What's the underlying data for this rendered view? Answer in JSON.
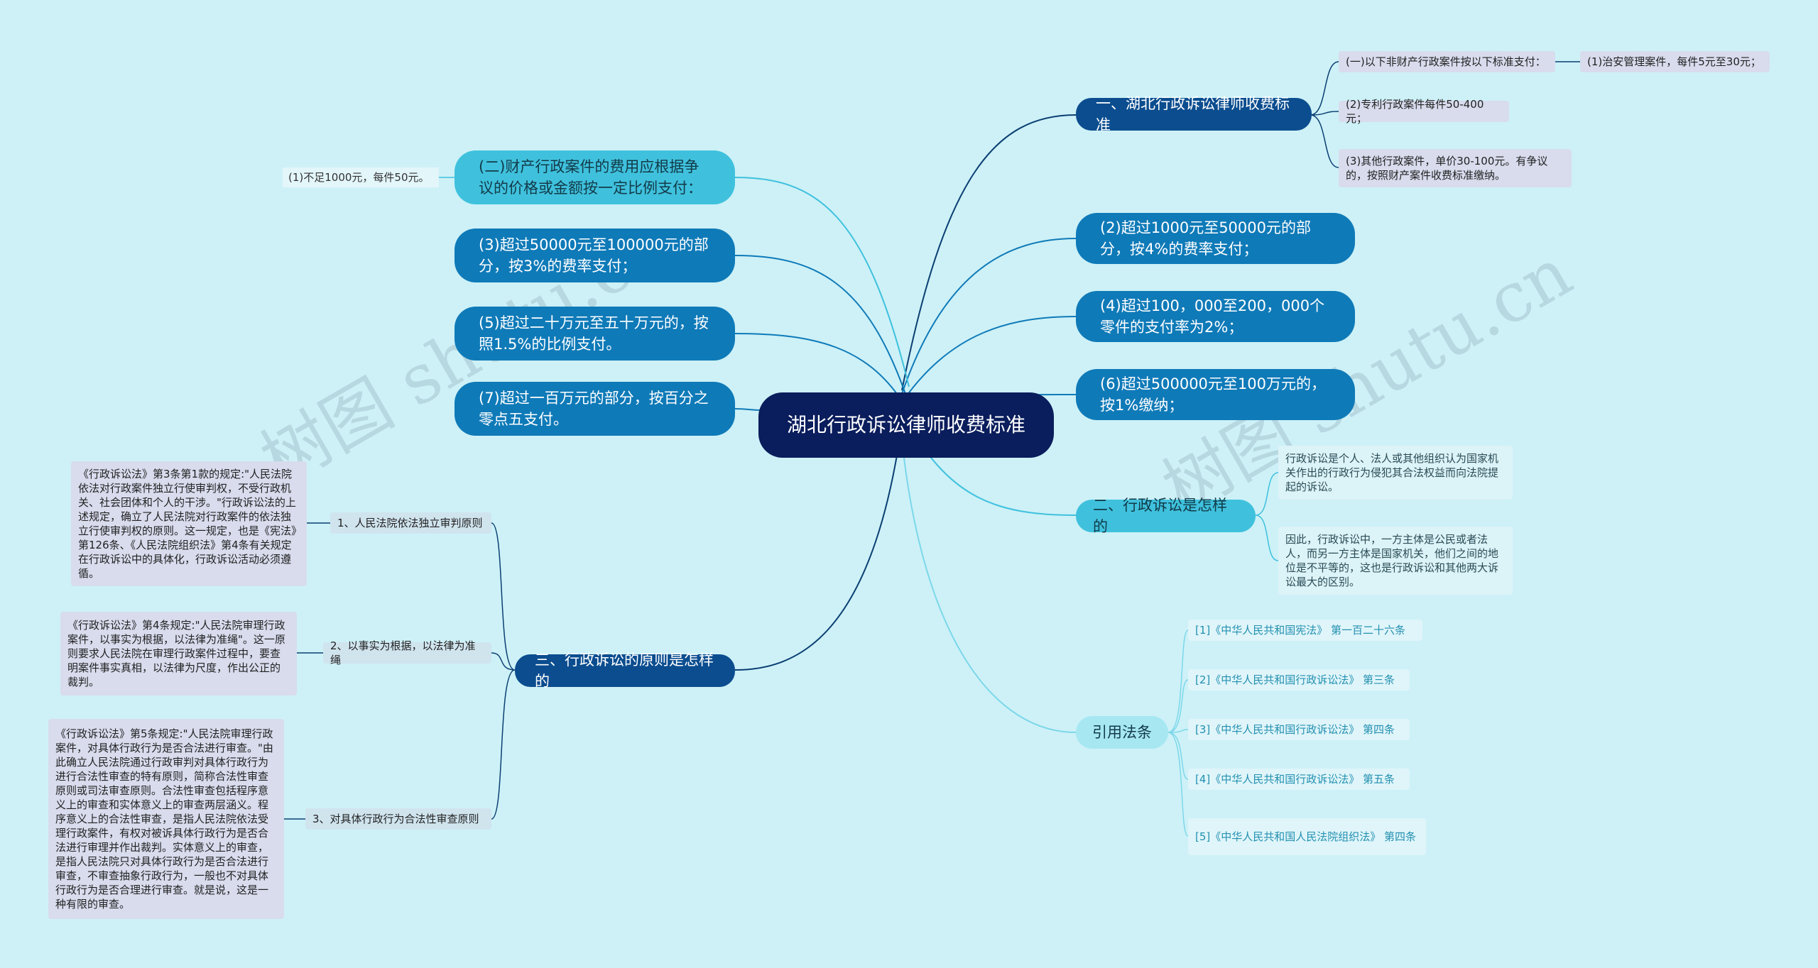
{
  "root": "湖北行政诉讼律师收费标准",
  "left": {
    "property_fee": {
      "label": "(二)财产行政案件的费用应根据争议的价格或金额按一定比例支付：",
      "child": "(1)不足1000元，每件50元。"
    },
    "b3": "(3)超过50000元至100000元的部分，按3%的费率支付；",
    "b5": "(5)超过二十万元至五十万元的，按照1.5%的比例支付。",
    "b7": "(7)超过一百万元的部分，按百分之零点五支付。",
    "principles": {
      "label": "三、行政诉讼的原则是怎样的",
      "items": [
        {
          "label": "1、人民法院依法独立审判原则",
          "detail": "《行政诉讼法》第3条第1款的规定:\"人民法院依法对行政案件独立行使审判权，不受行政机关、社会团体和个人的干涉。\"行政诉讼法的上述规定，确立了人民法院对行政案件的依法独立行使审判权的原则。这一规定，也是《宪法》第126条、《人民法院组织法》第4条有关规定在行政诉讼中的具体化，行政诉讼活动必须遵循。"
        },
        {
          "label": "2、以事实为根据，以法律为准绳",
          "detail": "《行政诉讼法》第4条规定:\"人民法院审理行政案件，以事实为根据，以法律为准绳\"。这一原则要求人民法院在审理行政案件过程中，要查明案件事实真相，以法律为尺度，作出公正的裁判。"
        },
        {
          "label": "3、对具体行政行为合法性审查原则",
          "detail": "《行政诉讼法》第5条规定:\"人民法院审理行政案件，对具体行政行为是否合法进行审查。\"由此确立人民法院通过行政审判对具体行政行为进行合法性审查的特有原则，简称合法性审查原则或司法审查原则。合法性审查包括程序意义上的审查和实体意义上的审查两层涵义。程序意义上的合法性审查，是指人民法院依法受理行政案件，有权对被诉具体行政行为是否合法进行审理并作出裁判。实体意义上的审查，是指人民法院只对具体行政行为是否合法进行审查，不审查抽象行政行为，一般也不对具体行政行为是否合理进行审查。就是说，这是一种有限的审查。"
        }
      ]
    }
  },
  "right": {
    "fee_standard": {
      "label": "一、湖北行政诉讼律师收费标准",
      "non_property": "(一)以下非财产行政案件按以下标准支付：",
      "public_security": "(1)治安管理案件，每件5元至30元；",
      "patent": "(2)专利行政案件每件50-400元；",
      "other": "(3)其他行政案件，单价30-100元。有争议的，按照财产案件收费标准缴纳。"
    },
    "b2": "(2)超过1000元至50000元的部分，按4%的费率支付；",
    "b4": "(4)超过100，000至200，000个零件的支付率为2%；",
    "b6": "(6)超过500000元至100万元的，按1%缴纳；",
    "what_is": {
      "label": "二、行政诉讼是怎样的",
      "def": "行政诉讼是个人、法人或其他组织认为国家机关作出的行政行为侵犯其合法权益而向法院提起的诉讼。",
      "diff": "因此，行政诉讼中，一方主体是公民或者法人，而另一方主体是国家机关，他们之间的地位是不平等的，这也是行政诉讼和其他两大诉讼最大的区别。"
    },
    "laws": {
      "label": "引用法条",
      "items": [
        "[1]《中华人民共和国宪法》 第一百二十六条",
        "[2]《中华人民共和国行政诉讼法》 第三条",
        "[3]《中华人民共和国行政诉讼法》 第四条",
        "[4]《中华人民共和国行政诉讼法》 第五条",
        "[5]《中华人民共和国人民法院组织法》 第四条"
      ]
    }
  },
  "watermark": "树图 shutu.cn",
  "colors": {
    "background": "#cdf1f7",
    "root": "#0a1d5c",
    "dark_branch": "#0b4d8f",
    "mid_branch": "#0f7ab8",
    "teal_branch": "#3fc1dd",
    "leaf_grey": "#d8dced",
    "law_link_text": "#2390b0"
  }
}
